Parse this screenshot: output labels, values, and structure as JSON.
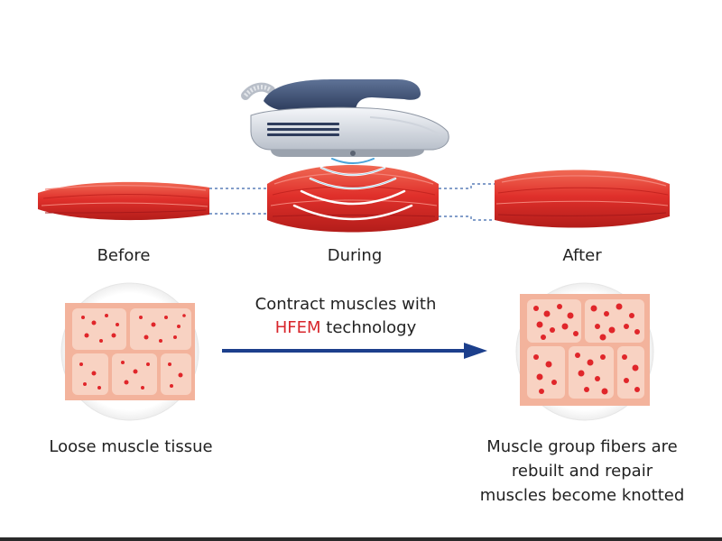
{
  "stages": {
    "before": "Before",
    "during": "During",
    "after": "After"
  },
  "process": {
    "line1": "Contract muscles with",
    "highlight": "HFEM",
    "line2_rest": " technology"
  },
  "captions": {
    "loose": "Loose muscle tissue",
    "after_line1": "Muscle group fibers are",
    "after_line2": "rebuilt and repair",
    "after_line3": "muscles become knotted"
  },
  "colors": {
    "muscle": "#e0302b",
    "muscle_dark": "#b31d1a",
    "tissue": "#f7c6b2",
    "fiber_dot": "#e0262a",
    "arrow": "#1c3f8c",
    "highlight": "#d8262c",
    "wave": "#4aa3d8",
    "dash": "#5a7fb8"
  },
  "icons": {
    "device": "hfem-device-icon",
    "waves": "electromagnetic-wave-icon"
  }
}
